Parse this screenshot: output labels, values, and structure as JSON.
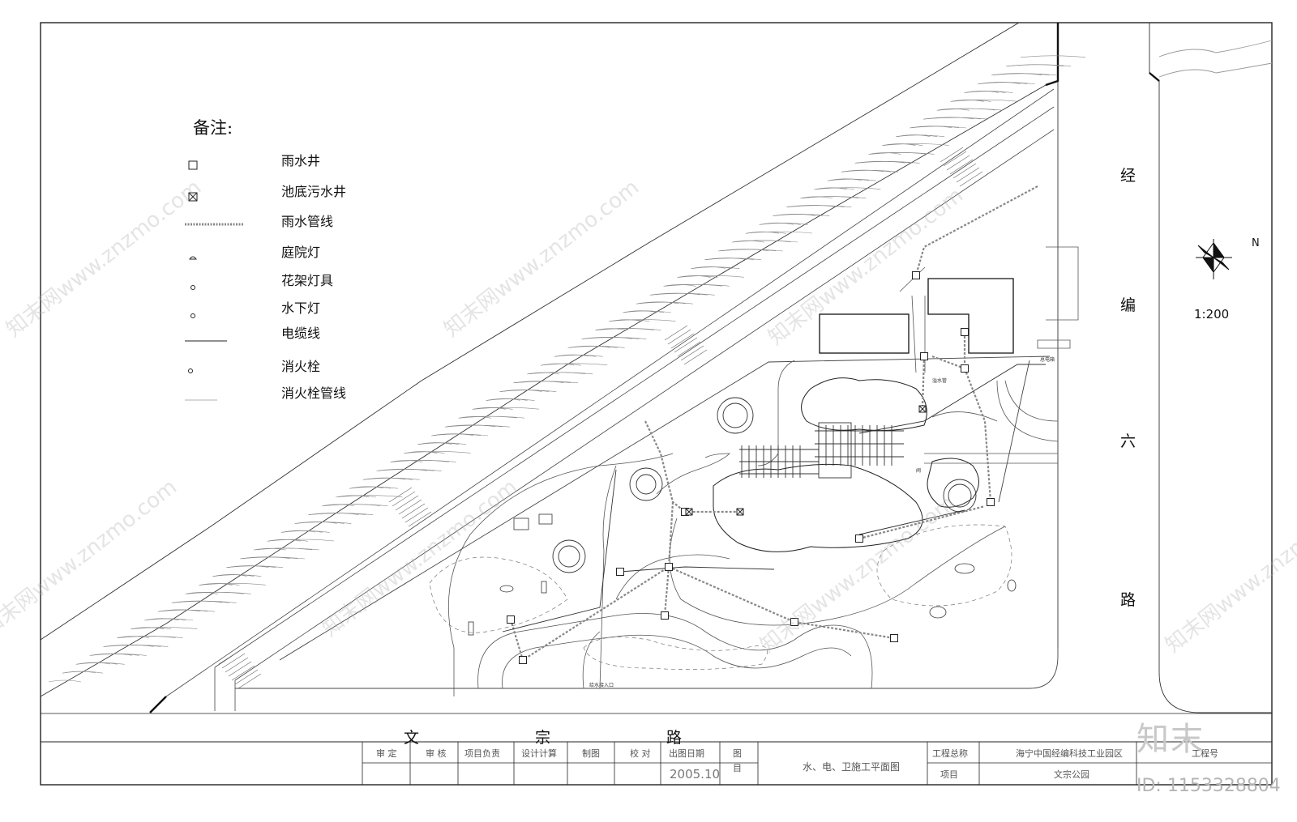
{
  "legend": {
    "title": "备注:",
    "items": [
      {
        "symbol": "rain-well",
        "label": "雨水井"
      },
      {
        "symbol": "sewage-well",
        "label": "池底污水井"
      },
      {
        "symbol": "rain-pipe",
        "label": "雨水管线"
      },
      {
        "symbol": "garden-lamp",
        "label": "庭院灯"
      },
      {
        "symbol": "trellis-lamp",
        "label": "花架灯具"
      },
      {
        "symbol": "underwater-lamp",
        "label": "水下灯"
      },
      {
        "symbol": "cable-line",
        "label": "电缆线"
      },
      {
        "symbol": "hydrant",
        "label": "消火栓"
      },
      {
        "symbol": "hydrant-pipe",
        "label": "消火栓管线"
      }
    ]
  },
  "roads": {
    "east": [
      "经",
      "编",
      "六",
      "路"
    ],
    "south": [
      "文",
      "宗",
      "路"
    ]
  },
  "north_label": "N",
  "scale": "1:200",
  "plan_labels": {
    "entry": "给水接入口",
    "elec_box": "总电箱",
    "valve": "阀",
    "water": "溢水管"
  },
  "title_block": {
    "approve": "审 定",
    "review": "审 核",
    "project_lead": "项目负责",
    "design_calc": "设计计算",
    "drawing": "制图",
    "check": "校 对",
    "issue_date_label": "出图日期",
    "issue_date": "2005.10",
    "drawing_label": "图\n目",
    "drawing_name": "水、电、卫施工平面图",
    "project_label": "工程总称",
    "project_name": "海宁中国经编科技工业园区",
    "item_label": "项目",
    "item_name": "文宗公园",
    "project_no_label": "工程号"
  },
  "watermark": {
    "text": "知末网www.znzmo.com",
    "logo": "知末",
    "id": "ID: 1153328804"
  },
  "colors": {
    "line": "#222222",
    "hatch": "#8a8a8a",
    "pipe": "#888888",
    "watermark": "#c8c8c8"
  }
}
